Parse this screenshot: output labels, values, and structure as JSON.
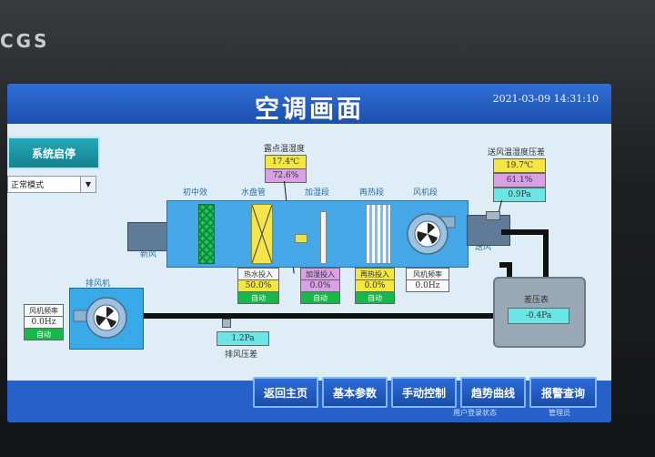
{
  "bezel": {
    "brand": "CGS"
  },
  "header": {
    "title": "空调画面",
    "datetime": "2021-03-09  14:31:10"
  },
  "controls": {
    "system_start": "系统启停",
    "mode_selected": "正常模式"
  },
  "dew_point": {
    "label": "露点温湿度",
    "temperature": "17.4℃",
    "humidity": "72.6%"
  },
  "supply_air": {
    "label": "送风温湿度压差",
    "temperature": "19.7℃",
    "humidity": "61.1%",
    "pressure": "0.9Pa"
  },
  "sections": {
    "primary_filter": "初中效",
    "water_coil": "水盘管",
    "humidifier": "加湿段",
    "reheat": "再热段",
    "fan": "风机段",
    "fresh_air": "新风",
    "supply_outlet": "送风"
  },
  "water_valve": {
    "label": "热水投入",
    "value": "50.0%",
    "mode": "自动"
  },
  "humidify": {
    "label": "加湿投入",
    "value": "0.0%",
    "mode": "自动"
  },
  "reheat_input": {
    "label": "再热投入",
    "value": "0.0%",
    "mode": "自动"
  },
  "supply_fan": {
    "label": "风机频率",
    "value": "0.0Hz"
  },
  "exhaust_fan": {
    "title": "排风机",
    "freq_label": "风机频率",
    "freq_value": "0.0Hz",
    "mode": "自动"
  },
  "exhaust_pressure": {
    "value": "1.2Pa",
    "label": "排风压差"
  },
  "diff_pressure": {
    "label": "差压表",
    "value": "-0.4Pa"
  },
  "nav": {
    "home": "返回主页",
    "params": "基本参数",
    "manual": "手动控制",
    "trend": "趋势曲线",
    "alarm": "报警查询"
  },
  "status": {
    "user_login": "用户登录状态",
    "admin": "管理员"
  },
  "colors": {
    "screen_blue": "#1f57b8",
    "panel": "#dfeef6",
    "duct": "#46a7e6",
    "auto_green": "#16b84a"
  }
}
